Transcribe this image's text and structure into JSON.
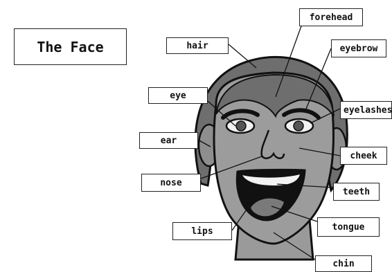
{
  "title": "The Face",
  "labels": {
    "forehead": "forehead",
    "hair": "hair",
    "eyebrow": "eyebrow",
    "eye": "eye",
    "eyelashes": "eyelashes",
    "ear": "ear",
    "cheek": "cheek",
    "nose": "nose",
    "teeth": "teeth",
    "lips": "lips",
    "tongue": "tongue",
    "chin": "chin"
  }
}
